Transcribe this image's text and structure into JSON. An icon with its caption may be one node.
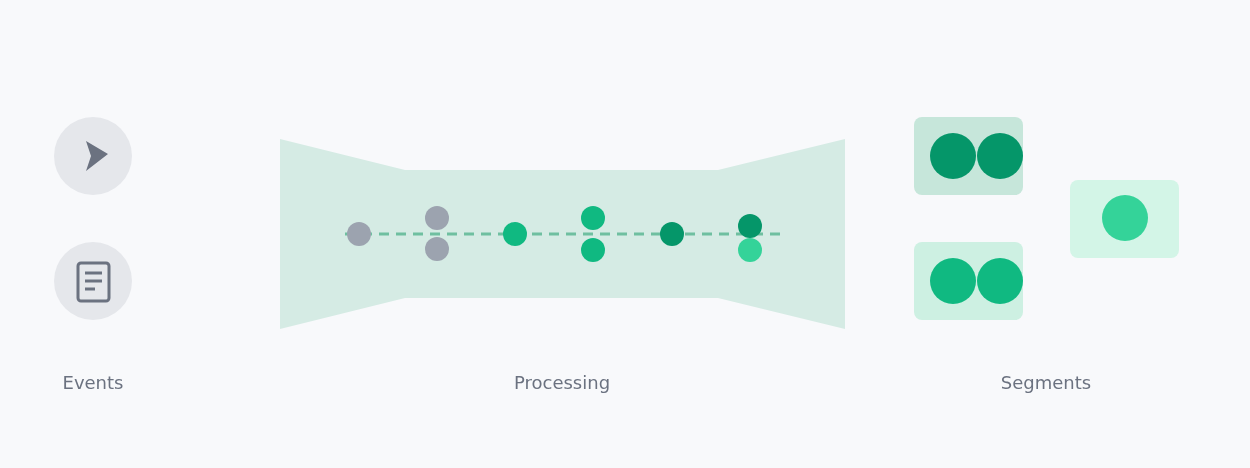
{
  "diagram": {
    "labels": [
      "Events",
      "Processing",
      "Segments"
    ]
  }
}
